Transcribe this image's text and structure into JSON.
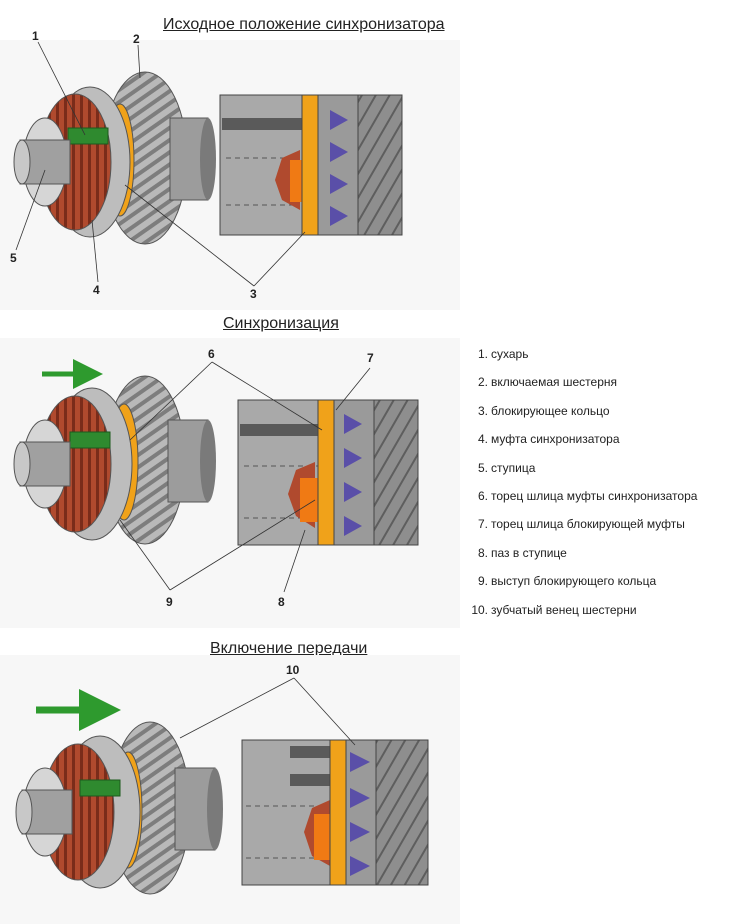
{
  "stages": [
    {
      "title": "Исходное положение синхронизатора",
      "callouts": [
        "1",
        "2",
        "3",
        "4",
        "5"
      ]
    },
    {
      "title": "Синхронизация",
      "callouts": [
        "6",
        "7",
        "8",
        "9"
      ]
    },
    {
      "title": "Включение передачи",
      "callouts": [
        "10"
      ]
    }
  ],
  "legend": [
    {
      "num": "1.",
      "text": "сухарь"
    },
    {
      "num": "2.",
      "text": "включаемая шестерня"
    },
    {
      "num": "3.",
      "text": "блокирующее кольцо"
    },
    {
      "num": "4.",
      "text": "муфта синхронизатора"
    },
    {
      "num": "5.",
      "text": "ступица"
    },
    {
      "num": "6.",
      "text": "торец шлица муфты синхронизатора"
    },
    {
      "num": "7.",
      "text": "торец шлица блокирующей муфты"
    },
    {
      "num": "8.",
      "text": "паз в ступице"
    },
    {
      "num": "9.",
      "text": "выступ блокирующего кольца"
    },
    {
      "num": "10.",
      "text": "зубчатый венец шестерни"
    }
  ],
  "colors": {
    "hub": "#b04a2e",
    "sleeve_key": "#2f8a2f",
    "blocker_ring": "#f0a21a",
    "gear_teeth": "#5a4fa8",
    "arrow": "#2e9a2e",
    "metal": "#a9a9a9"
  }
}
